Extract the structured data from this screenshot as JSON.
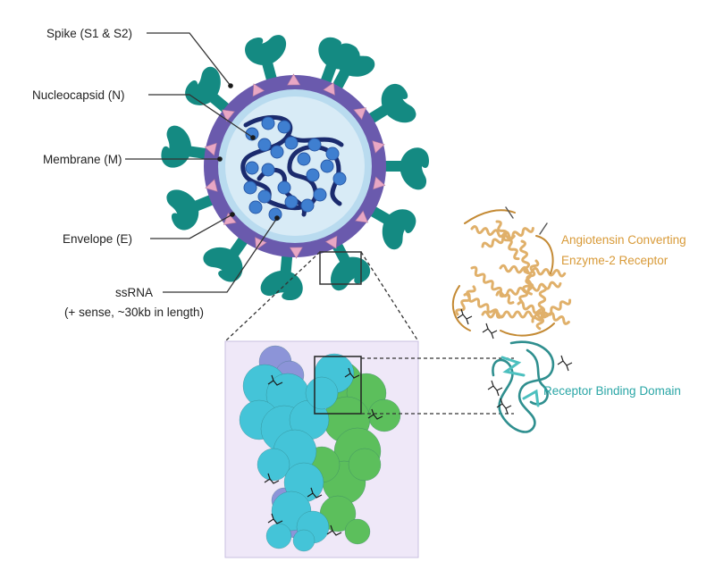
{
  "labels": {
    "spike": "Spike (S1 & S2)",
    "nucleocapsid": "Nucleocapsid (N)",
    "membrane": "Membrane (M)",
    "envelope": "Envelope (E)",
    "ssrna_line1": "ssRNA",
    "ssrna_line2": "(+ sense, ~30kb in length)",
    "ace2_line1": "Angiotensin Converting",
    "ace2_line2": "Enzyme-2 Receptor",
    "rbd": "Receptor Binding Domain"
  },
  "colors": {
    "spike_teal": "#148a82",
    "membrane_purple": "#6a5aad",
    "envelope_pink": "#e8a7c4",
    "interior": "#d8ebf6",
    "rna_navy": "#1b2b6e",
    "nucleocapsid_blue": "#3f7fd0",
    "ace2_gold": "#d89a38",
    "rbd_teal": "#2aa6a6",
    "protein_cyan": "#44c4d8",
    "protein_green": "#5cbf5c",
    "protein_lavender": "#8c94d8",
    "panel_bg": "#efe8f8"
  }
}
